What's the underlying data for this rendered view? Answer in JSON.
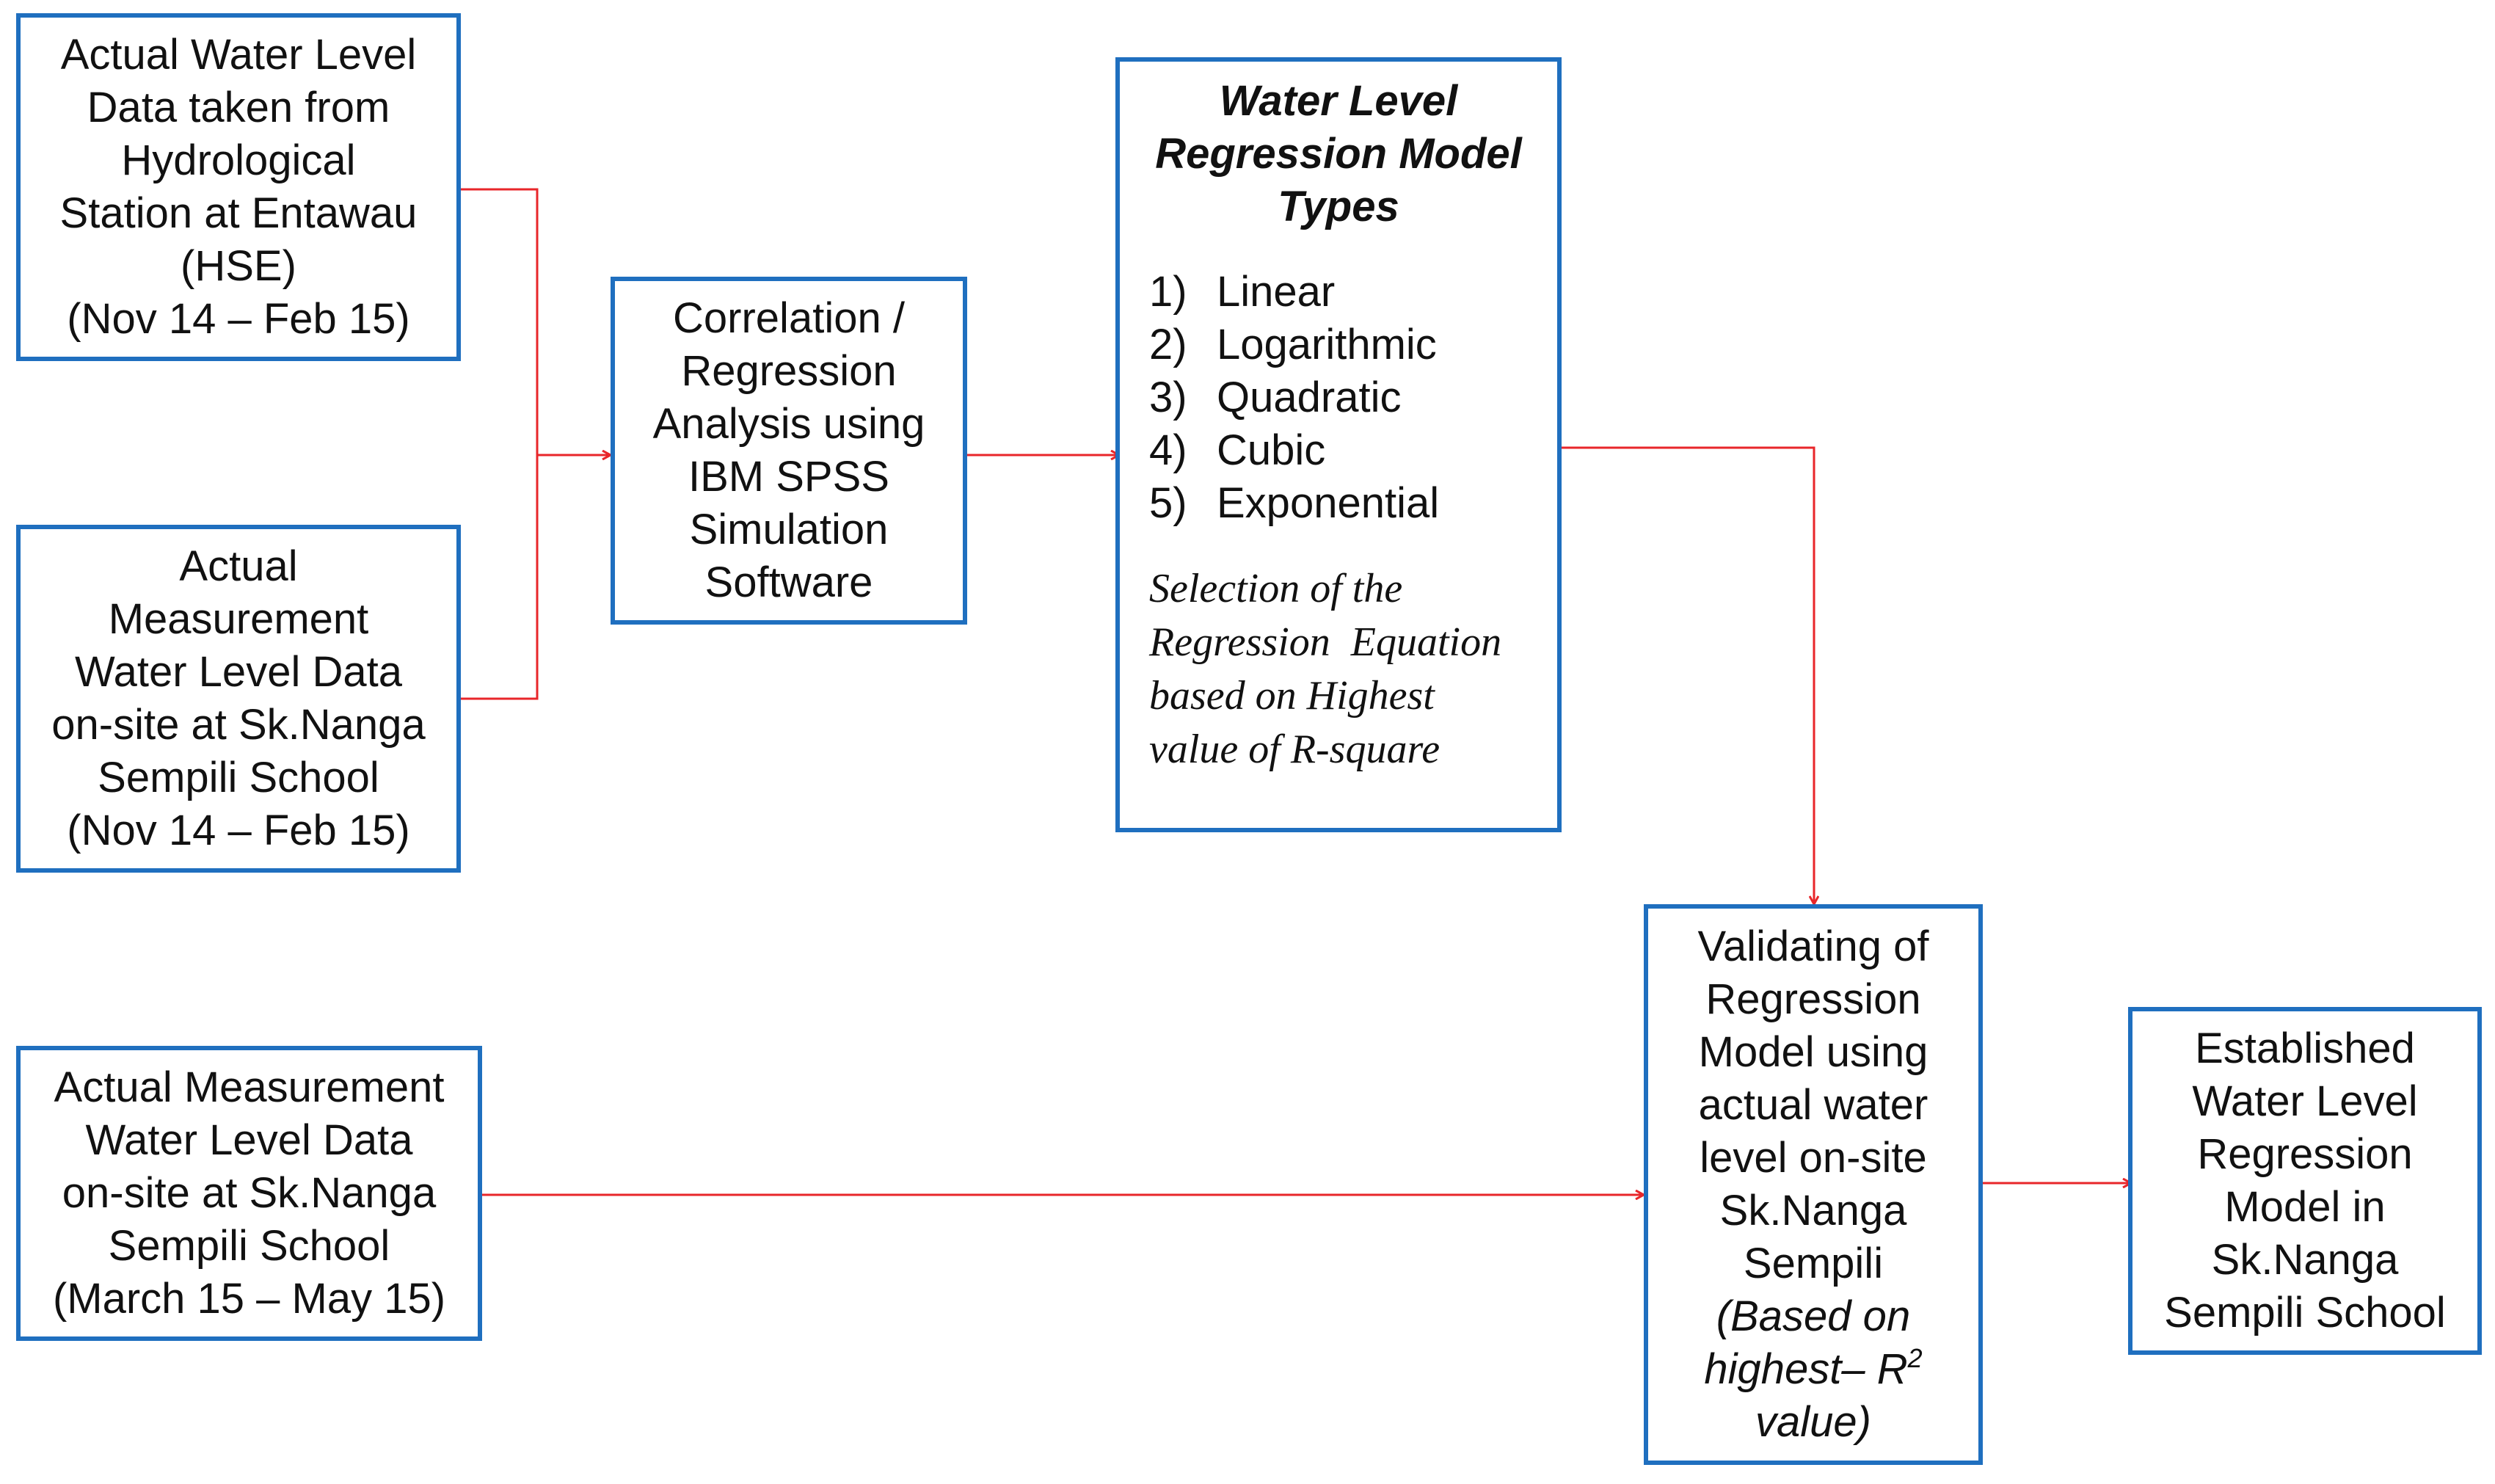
{
  "colors": {
    "box_border": "#1f6fbf",
    "arrow": "#e8262a",
    "text": "#111111"
  },
  "boxes": {
    "hse_data": {
      "lines": [
        "Actual Water Level",
        "Data taken from",
        "Hydrological",
        "Station at Entawau",
        "(HSE)",
        "(Nov 14 – Feb 15)"
      ]
    },
    "onsite_data_1": {
      "lines": [
        "Actual",
        "Measurement",
        "Water Level Data",
        "on-site at Sk.Nanga",
        "Sempili School",
        "(Nov 14 – Feb 15)"
      ]
    },
    "onsite_data_2": {
      "lines": [
        "Actual Measurement",
        "Water Level Data",
        "on-site at Sk.Nanga",
        "Sempili School",
        "(March 15 – May 15)"
      ]
    },
    "analysis": {
      "lines": [
        "Correlation /",
        "Regression",
        "Analysis using",
        "IBM SPSS",
        "Simulation",
        "Software"
      ]
    },
    "model_types": {
      "title_lines": [
        "Water Level",
        "Regression Model",
        "Types"
      ],
      "items": [
        {
          "num": "1)",
          "label": "Linear"
        },
        {
          "num": "2)",
          "label": "Logarithmic"
        },
        {
          "num": "3)",
          "label": "Quadratic"
        },
        {
          "num": "4)",
          "label": "Cubic"
        },
        {
          "num": "5)",
          "label": "Exponential"
        }
      ],
      "note_lines": [
        "Selection of the",
        "Regression  Equation",
        "based on Highest",
        "value of R-square"
      ]
    },
    "validation": {
      "lines": [
        "Validating of",
        "Regression",
        "Model using",
        "actual water",
        "level on-site",
        "Sk.Nanga",
        "Sempili"
      ],
      "italic_lines": [
        "(Based on",
        "highest– R",
        "2",
        "value)"
      ]
    },
    "established": {
      "lines": [
        "Established",
        "Water Level",
        "Regression",
        "Model in",
        "Sk.Nanga",
        "Sempili School"
      ]
    }
  }
}
